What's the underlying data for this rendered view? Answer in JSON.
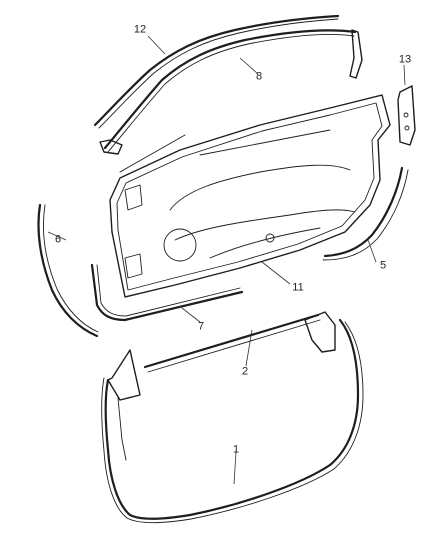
{
  "diagram": {
    "callouts": [
      {
        "id": "1",
        "label": "1"
      },
      {
        "id": "2",
        "label": "2"
      },
      {
        "id": "5",
        "label": "5"
      },
      {
        "id": "6",
        "label": "6"
      },
      {
        "id": "7",
        "label": "7"
      },
      {
        "id": "8",
        "label": "8"
      },
      {
        "id": "11",
        "label": "11"
      },
      {
        "id": "12",
        "label": "12"
      },
      {
        "id": "13",
        "label": "13"
      }
    ]
  }
}
